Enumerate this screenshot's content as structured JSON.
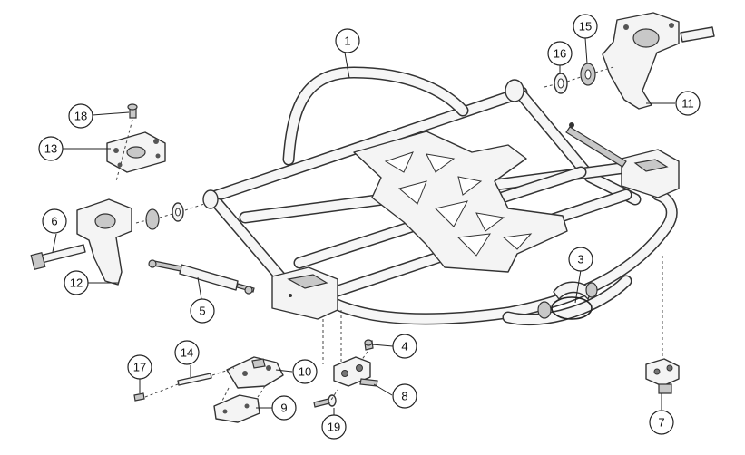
{
  "callouts": {
    "c1": "1",
    "c3": "3",
    "c4": "4",
    "c5": "5",
    "c6": "6",
    "c7": "7",
    "c8": "8",
    "c9": "9",
    "c10": "10",
    "c11": "11",
    "c12": "12",
    "c13": "13",
    "c14": "14",
    "c15": "15",
    "c16": "16",
    "c17": "17",
    "c18": "18",
    "c19": "19"
  }
}
